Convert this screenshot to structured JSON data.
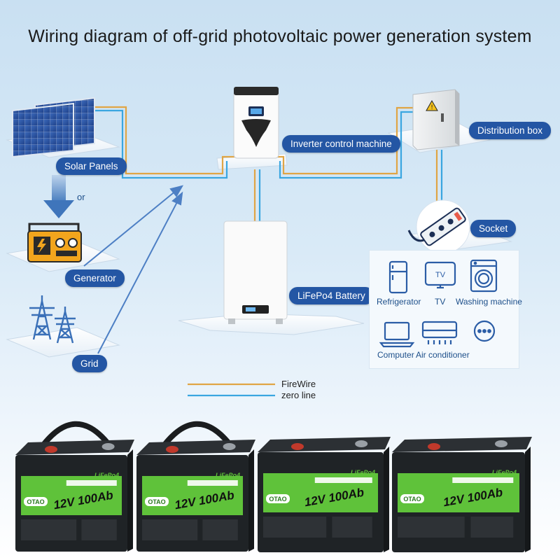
{
  "title": "Wiring diagram of off-grid photovoltaic power generation system",
  "labels": {
    "solar_panels": "Solar Panels",
    "or": "or",
    "generator": "Generator",
    "grid": "Grid",
    "inverter": "Inverter control machine",
    "distribution_box": "Distribution box",
    "socket": "Socket",
    "battery": "LiFePo4 Battery"
  },
  "appliances": [
    {
      "name": "Refrigerator",
      "icon": "refrigerator-icon"
    },
    {
      "name": "TV",
      "icon": "tv-icon"
    },
    {
      "name": "Washing machine",
      "icon": "washing-machine-icon"
    },
    {
      "name": "Computer",
      "icon": "computer-icon"
    },
    {
      "name": "Air conditioner",
      "icon": "air-conditioner-icon"
    },
    {
      "name": "",
      "icon": "more-icon"
    }
  ],
  "tv_screen_text": "TV",
  "legend": [
    {
      "label": "FireWire",
      "color": "#e0a545"
    },
    {
      "label": "zero line",
      "color": "#3aa6e0"
    }
  ],
  "batteries": [
    {
      "brand": "OTAO",
      "voltage_capacity": "12V 100Ab",
      "side_label": "LiFePo4",
      "handle": true
    },
    {
      "brand": "OTAO",
      "voltage_capacity": "12V 100Ab",
      "side_label": "LiFePo4",
      "handle": true
    },
    {
      "brand": "OTAO",
      "voltage_capacity": "12V 100Ab",
      "side_label": "LiFePo4",
      "handle": false
    },
    {
      "brand": "OTAO",
      "voltage_capacity": "12V 100Ab",
      "side_label": "LiFePo4",
      "handle": false
    }
  ],
  "colors": {
    "label_bg": "#2456a4",
    "fire_wire": "#e0a545",
    "zero_line": "#3aa6e0",
    "battery_green": "#5fc23a",
    "battery_body": "#1f2326"
  }
}
